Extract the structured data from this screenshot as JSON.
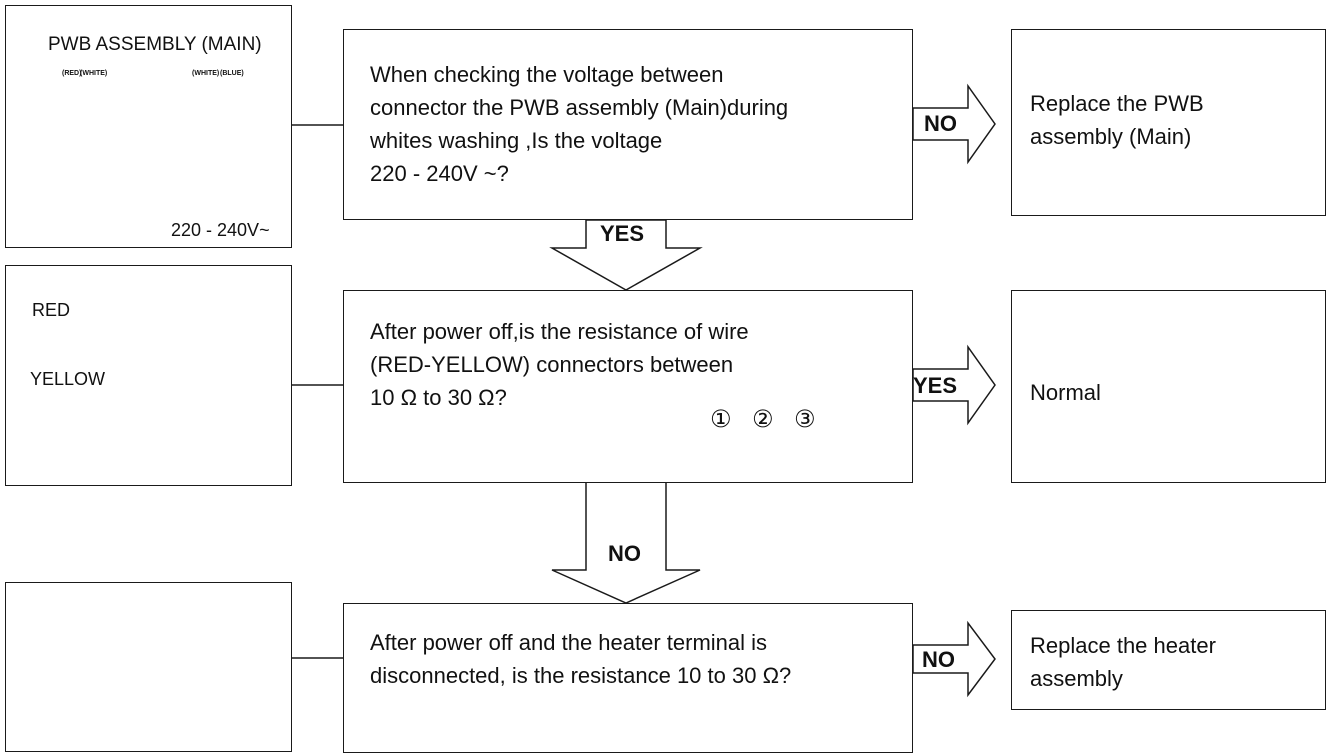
{
  "row1": {
    "illustration": {
      "title": "PWB ASSEMBLY (MAIN)",
      "wire_red": "(RED)",
      "wire_white": "(WHITE)",
      "wire_white2": "(WHITE)",
      "wire_blue": "(BLUE)",
      "voltage": "220 - 240V~"
    },
    "question": [
      "When checking the voltage between",
      "connector the PWB assembly (Main)during",
      "whites washing ,Is the voltage",
      "220 - 240V  ~?"
    ],
    "no_label": "NO",
    "result": [
      "Replace the PWB",
      "assembly (Main)"
    ],
    "yes_label": "YES"
  },
  "row2": {
    "illustration": {
      "red": "RED",
      "yellow": "YELLOW"
    },
    "question": [
      "After power off,is the resistance of wire",
      "(RED-YELLOW) connectors between",
      "10 Ω to 30 Ω?"
    ],
    "pins": [
      "①",
      "②",
      "③"
    ],
    "yes_label": "YES",
    "result": [
      "Normal"
    ],
    "no_label": "NO"
  },
  "row3": {
    "question": [
      "After power off and the heater terminal is",
      "disconnected, is the resistance 10 to 30 Ω?"
    ],
    "no_label": "NO",
    "result": [
      "Replace the heater",
      "assembly"
    ]
  }
}
